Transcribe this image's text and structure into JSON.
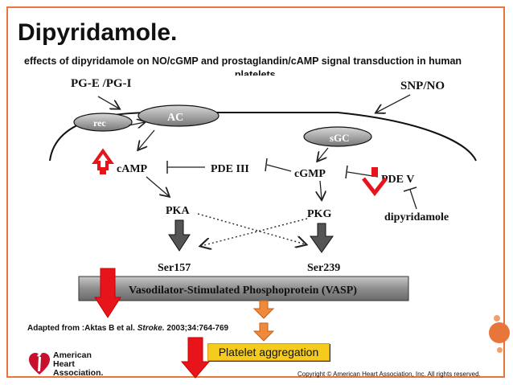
{
  "slide": {
    "title": "Dipyridamole.",
    "subtitle": "effects of dipyridamole on NO/cGMP and prostaglandin/cAMP signal transduction in human",
    "subtitle_tail": "platelets."
  },
  "diagram": {
    "labels": {
      "pge_pgi": "PG-E /PG-I",
      "snp_no": "SNP/NO",
      "rec": "rec",
      "ac": "AC",
      "sgc": "sGC",
      "camp": "cAMP",
      "pde3": "PDE III",
      "cgmp": "cGMP",
      "pde5": "PDE V",
      "dipyridamole": "dipyridamole",
      "pka": "PKA",
      "pkg": "PKG",
      "ser157": "Ser157",
      "ser239": "Ser239",
      "vasp": "Vasodilator-Stimulated Phosphoprotein (VASP)"
    },
    "platelet_aggregation": "Platelet aggregation",
    "colors": {
      "red_arrow": "#e8141b",
      "orange_arrow": "#ef8a3c",
      "platelet_box": "#f5cc1e",
      "accent": "#e8763a"
    }
  },
  "footer": {
    "adapted_prefix": "Adapted from :Aktas B et al. ",
    "adapted_journal": "Stroke.",
    "adapted_suffix": " 2003;34:764-769",
    "copyright": "Copyright © American Heart Association, Inc. All rights reserved.",
    "logo_line1": "American",
    "logo_line2": "Heart",
    "logo_line3": "Association."
  }
}
